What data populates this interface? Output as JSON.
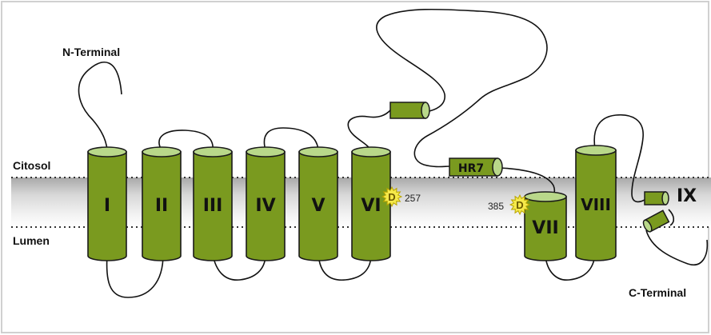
{
  "labels": {
    "n_terminal": "N-Terminal",
    "c_terminal": "C-Terminal",
    "citosol": "Citosol",
    "lumen": "Lumen"
  },
  "helices": [
    {
      "id": "I",
      "label": "I"
    },
    {
      "id": "II",
      "label": "II"
    },
    {
      "id": "III",
      "label": "III"
    },
    {
      "id": "IV",
      "label": "IV"
    },
    {
      "id": "V",
      "label": "V"
    },
    {
      "id": "VI",
      "label": "VI"
    },
    {
      "id": "VII",
      "label": "VII"
    },
    {
      "id": "VIII",
      "label": "VIII"
    },
    {
      "id": "IX",
      "label": "IX"
    }
  ],
  "hr7": {
    "label": "HR7"
  },
  "active_sites": [
    {
      "residue": "D",
      "number": "257"
    },
    {
      "residue": "D",
      "number": "385"
    }
  ],
  "colors": {
    "helix_fill": "#7a9a1f",
    "helix_top": "#b9d88a",
    "helix_stroke": "#1a1a1a",
    "membrane": "#c9c9c9",
    "site_fill": "#f5e94a",
    "site_stroke": "#b8a400"
  }
}
